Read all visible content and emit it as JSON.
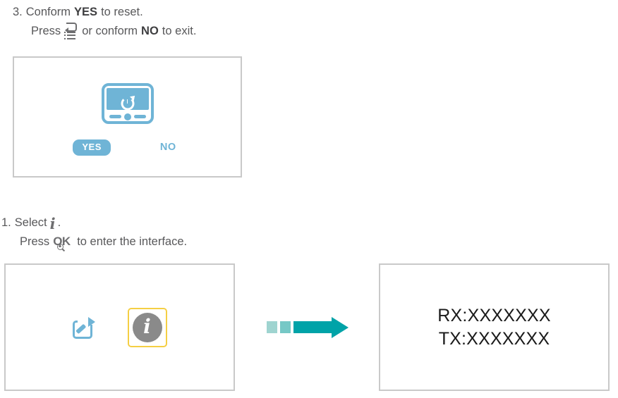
{
  "instructions": {
    "reset": {
      "step_number": "3.",
      "line1_a": "Conform",
      "line1_b": "YES",
      "line1_c": "to reset.",
      "line2_a": "Press",
      "line2_icon": "return-menu-icon",
      "line2_b": "or conform",
      "line2_c": "NO",
      "line2_d": "to exit."
    },
    "select": {
      "step_number": "1.",
      "line1_a": "Select",
      "line1_icon": "info-italic-icon",
      "line1_period": ".",
      "line2_a": "Press",
      "line2_icon": "ok-zoom-icon",
      "line2_b": "to enter the interface."
    }
  },
  "screen_reset_confirm": {
    "name": "reset-confirmation-screen",
    "icon": "camera-reset-icon",
    "yes_label": "YES",
    "no_label": "NO",
    "selected": "YES",
    "accent_color": "#6fb4d6",
    "border_color": "#c9c9c9"
  },
  "screen_menu_info": {
    "name": "menu-icon-screen",
    "items": [
      {
        "icon": "share-export-icon",
        "selected": false,
        "color": "#6fb4d6"
      },
      {
        "icon": "info-circle-icon",
        "selected": true,
        "color": "#8a8a8a",
        "highlight_color": "#f5cf44"
      }
    ]
  },
  "transition_arrow": {
    "name": "transition-arrow",
    "segment_colors": [
      "#9fd4d0",
      "#76c8c6",
      "#00a3a8"
    ]
  },
  "screen_rxtx": {
    "name": "rx-tx-info-screen",
    "line1": "RX:XXXXXXX",
    "line2": "TX:XXXXXXX",
    "text_color": "#1a1a1a"
  }
}
